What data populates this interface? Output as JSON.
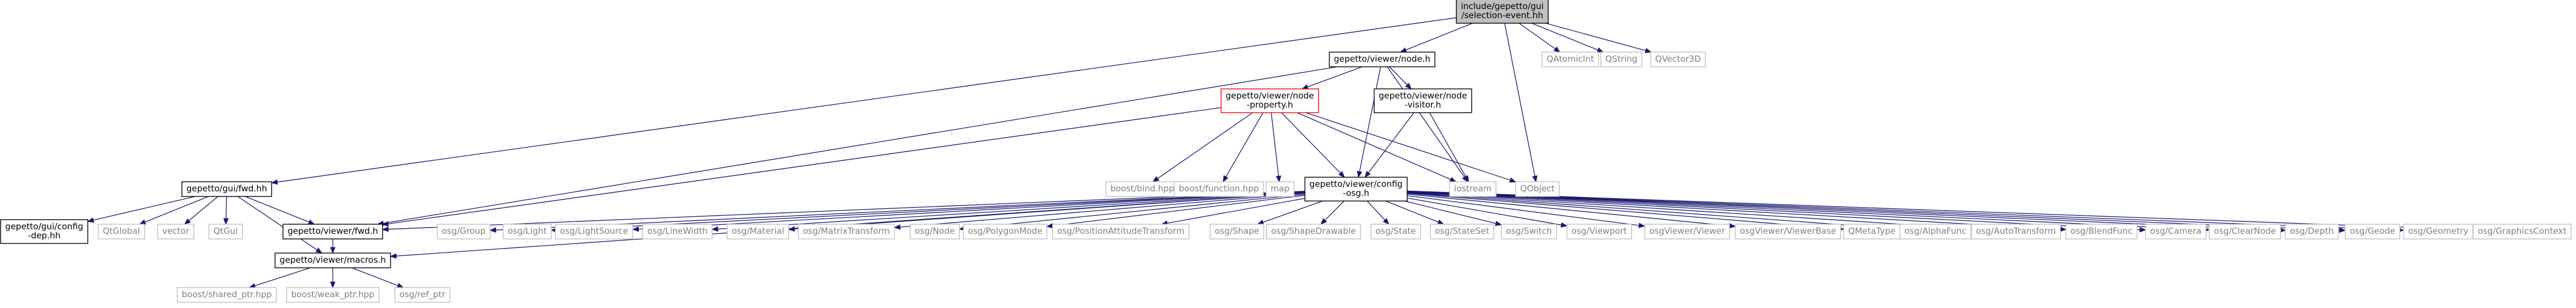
{
  "graph": {
    "colors": {
      "edge": "#191970",
      "root_fill": "#bfbfbf",
      "default_fill": "#ffffff",
      "default_stroke": "#000000",
      "missing_stroke": "#bfbfbf",
      "highlight_stroke": "#ff0000",
      "text_main": "#000000",
      "text_missing": "#808080"
    },
    "nodes": [
      {
        "id": "root",
        "lines": [
          "include/gepetto/gui",
          "/selection-event.hh"
        ],
        "style": "root"
      },
      {
        "id": "node_h",
        "lines": [
          "gepetto/viewer/node.h"
        ],
        "style": "normal"
      },
      {
        "id": "qatomicint",
        "lines": [
          "QAtomicInt"
        ],
        "style": "missing"
      },
      {
        "id": "qstring",
        "lines": [
          "QString"
        ],
        "style": "missing"
      },
      {
        "id": "qvector3d",
        "lines": [
          "QVector3D"
        ],
        "style": "missing"
      },
      {
        "id": "node_property",
        "lines": [
          "gepetto/viewer/node",
          "-property.h"
        ],
        "style": "highlight"
      },
      {
        "id": "node_visitor",
        "lines": [
          "gepetto/viewer/node",
          "-visitor.h"
        ],
        "style": "normal"
      },
      {
        "id": "fwd_hh",
        "lines": [
          "gepetto/gui/fwd.hh"
        ],
        "style": "normal"
      },
      {
        "id": "boost_bind",
        "lines": [
          "boost/bind.hpp"
        ],
        "style": "missing"
      },
      {
        "id": "boost_function",
        "lines": [
          "boost/function.hpp"
        ],
        "style": "missing"
      },
      {
        "id": "map",
        "lines": [
          "map"
        ],
        "style": "missing"
      },
      {
        "id": "config_osg",
        "lines": [
          "gepetto/viewer/config",
          "-osg.h"
        ],
        "style": "normal"
      },
      {
        "id": "iostream",
        "lines": [
          "iostream"
        ],
        "style": "missing"
      },
      {
        "id": "qobject",
        "lines": [
          "QObject"
        ],
        "style": "missing"
      },
      {
        "id": "gui_config_dep",
        "lines": [
          "gepetto/gui/config",
          "-dep.hh"
        ],
        "style": "normal"
      },
      {
        "id": "qglobal",
        "lines": [
          "QtGlobal"
        ],
        "style": "missing"
      },
      {
        "id": "vector",
        "lines": [
          "vector"
        ],
        "style": "missing"
      },
      {
        "id": "qtgui",
        "lines": [
          "QtGui"
        ],
        "style": "missing"
      },
      {
        "id": "viewer_fwd",
        "lines": [
          "gepetto/viewer/fwd.h"
        ],
        "style": "normal"
      },
      {
        "id": "macros",
        "lines": [
          "gepetto/viewer/macros.h"
        ],
        "style": "normal"
      },
      {
        "id": "shared_ptr",
        "lines": [
          "boost/shared_ptr.hpp"
        ],
        "style": "missing"
      },
      {
        "id": "weak_ptr",
        "lines": [
          "boost/weak_ptr.hpp"
        ],
        "style": "missing"
      },
      {
        "id": "ref_ptr",
        "lines": [
          "osg/ref_ptr"
        ],
        "style": "missing"
      },
      {
        "id": "osg_group",
        "lines": [
          "osg/Group"
        ],
        "style": "missing"
      },
      {
        "id": "osg_light",
        "lines": [
          "osg/Light"
        ],
        "style": "missing"
      },
      {
        "id": "osg_lightsource",
        "lines": [
          "osg/LightSource"
        ],
        "style": "missing"
      },
      {
        "id": "osg_linewidth",
        "lines": [
          "osg/LineWidth"
        ],
        "style": "missing"
      },
      {
        "id": "osg_material",
        "lines": [
          "osg/Material"
        ],
        "style": "missing"
      },
      {
        "id": "osg_matrixtransform",
        "lines": [
          "osg/MatrixTransform"
        ],
        "style": "missing"
      },
      {
        "id": "osg_node",
        "lines": [
          "osg/Node"
        ],
        "style": "missing"
      },
      {
        "id": "osg_polygonmode",
        "lines": [
          "osg/PolygonMode"
        ],
        "style": "missing"
      },
      {
        "id": "osg_pat",
        "lines": [
          "osg/PositionAttitudeTransform"
        ],
        "style": "missing"
      },
      {
        "id": "osg_shape",
        "lines": [
          "osg/Shape"
        ],
        "style": "missing"
      },
      {
        "id": "osg_shapedrawable",
        "lines": [
          "osg/ShapeDrawable"
        ],
        "style": "missing"
      },
      {
        "id": "osg_state",
        "lines": [
          "osg/State"
        ],
        "style": "missing"
      },
      {
        "id": "osg_stateset",
        "lines": [
          "osg/StateSet"
        ],
        "style": "missing"
      },
      {
        "id": "osg_switch",
        "lines": [
          "osg/Switch"
        ],
        "style": "missing"
      },
      {
        "id": "osg_viewport",
        "lines": [
          "osg/Viewport"
        ],
        "style": "missing"
      },
      {
        "id": "osgviewer_viewer",
        "lines": [
          "osgViewer/Viewer"
        ],
        "style": "missing"
      },
      {
        "id": "osgviewer_viewerbase",
        "lines": [
          "osgViewer/ViewerBase"
        ],
        "style": "missing"
      },
      {
        "id": "qmetatype",
        "lines": [
          "QMetaType"
        ],
        "style": "missing"
      },
      {
        "id": "osg_alphafunc",
        "lines": [
          "osg/AlphaFunc"
        ],
        "style": "missing"
      },
      {
        "id": "osg_autotransform",
        "lines": [
          "osg/AutoTransform"
        ],
        "style": "missing"
      },
      {
        "id": "osg_blendfunc",
        "lines": [
          "osg/BlendFunc"
        ],
        "style": "missing"
      },
      {
        "id": "osg_camera",
        "lines": [
          "osg/Camera"
        ],
        "style": "missing"
      },
      {
        "id": "osg_clearnode",
        "lines": [
          "osg/ClearNode"
        ],
        "style": "missing"
      },
      {
        "id": "osg_depth",
        "lines": [
          "osg/Depth"
        ],
        "style": "missing"
      },
      {
        "id": "osg_geode",
        "lines": [
          "osg/Geode"
        ],
        "style": "missing"
      },
      {
        "id": "osg_geometry",
        "lines": [
          "osg/Geometry"
        ],
        "style": "missing"
      },
      {
        "id": "osg_graphicscontext",
        "lines": [
          "osg/GraphicsContext"
        ],
        "style": "missing"
      }
    ],
    "edges": [
      [
        "root",
        "node_h"
      ],
      [
        "root",
        "qatomicint"
      ],
      [
        "root",
        "qstring"
      ],
      [
        "root",
        "qvector3d"
      ],
      [
        "root",
        "fwd_hh"
      ],
      [
        "root",
        "qobject"
      ],
      [
        "node_h",
        "node_property"
      ],
      [
        "node_h",
        "node_visitor"
      ],
      [
        "node_h",
        "config_osg"
      ],
      [
        "node_h",
        "iostream"
      ],
      [
        "node_h",
        "viewer_fwd"
      ],
      [
        "node_property",
        "boost_bind"
      ],
      [
        "node_property",
        "boost_function"
      ],
      [
        "node_property",
        "map"
      ],
      [
        "node_property",
        "config_osg"
      ],
      [
        "node_property",
        "iostream"
      ],
      [
        "node_property",
        "qobject"
      ],
      [
        "node_property",
        "viewer_fwd"
      ],
      [
        "node_visitor",
        "config_osg"
      ],
      [
        "node_visitor",
        "iostream"
      ],
      [
        "fwd_hh",
        "gui_config_dep"
      ],
      [
        "fwd_hh",
        "qglobal"
      ],
      [
        "fwd_hh",
        "vector"
      ],
      [
        "fwd_hh",
        "qtgui"
      ],
      [
        "fwd_hh",
        "viewer_fwd"
      ],
      [
        "fwd_hh",
        "macros"
      ],
      [
        "config_osg",
        "viewer_fwd"
      ],
      [
        "config_osg",
        "macros"
      ],
      [
        "config_osg",
        "osg_group"
      ],
      [
        "config_osg",
        "osg_light"
      ],
      [
        "config_osg",
        "osg_lightsource"
      ],
      [
        "config_osg",
        "osg_linewidth"
      ],
      [
        "config_osg",
        "osg_material"
      ],
      [
        "config_osg",
        "osg_matrixtransform"
      ],
      [
        "config_osg",
        "osg_node"
      ],
      [
        "config_osg",
        "osg_polygonmode"
      ],
      [
        "config_osg",
        "osg_pat"
      ],
      [
        "config_osg",
        "osg_shape"
      ],
      [
        "config_osg",
        "osg_shapedrawable"
      ],
      [
        "config_osg",
        "osg_state"
      ],
      [
        "config_osg",
        "osg_stateset"
      ],
      [
        "config_osg",
        "osg_switch"
      ],
      [
        "config_osg",
        "osg_viewport"
      ],
      [
        "config_osg",
        "osgviewer_viewer"
      ],
      [
        "config_osg",
        "osgviewer_viewerbase"
      ],
      [
        "config_osg",
        "qmetatype"
      ],
      [
        "config_osg",
        "osg_alphafunc"
      ],
      [
        "config_osg",
        "osg_autotransform"
      ],
      [
        "config_osg",
        "osg_blendfunc"
      ],
      [
        "config_osg",
        "osg_camera"
      ],
      [
        "config_osg",
        "osg_clearnode"
      ],
      [
        "config_osg",
        "osg_depth"
      ],
      [
        "config_osg",
        "osg_geode"
      ],
      [
        "config_osg",
        "osg_geometry"
      ],
      [
        "config_osg",
        "osg_graphicscontext"
      ],
      [
        "viewer_fwd",
        "macros"
      ],
      [
        "macros",
        "shared_ptr"
      ],
      [
        "macros",
        "weak_ptr"
      ],
      [
        "macros",
        "ref_ptr"
      ]
    ]
  }
}
